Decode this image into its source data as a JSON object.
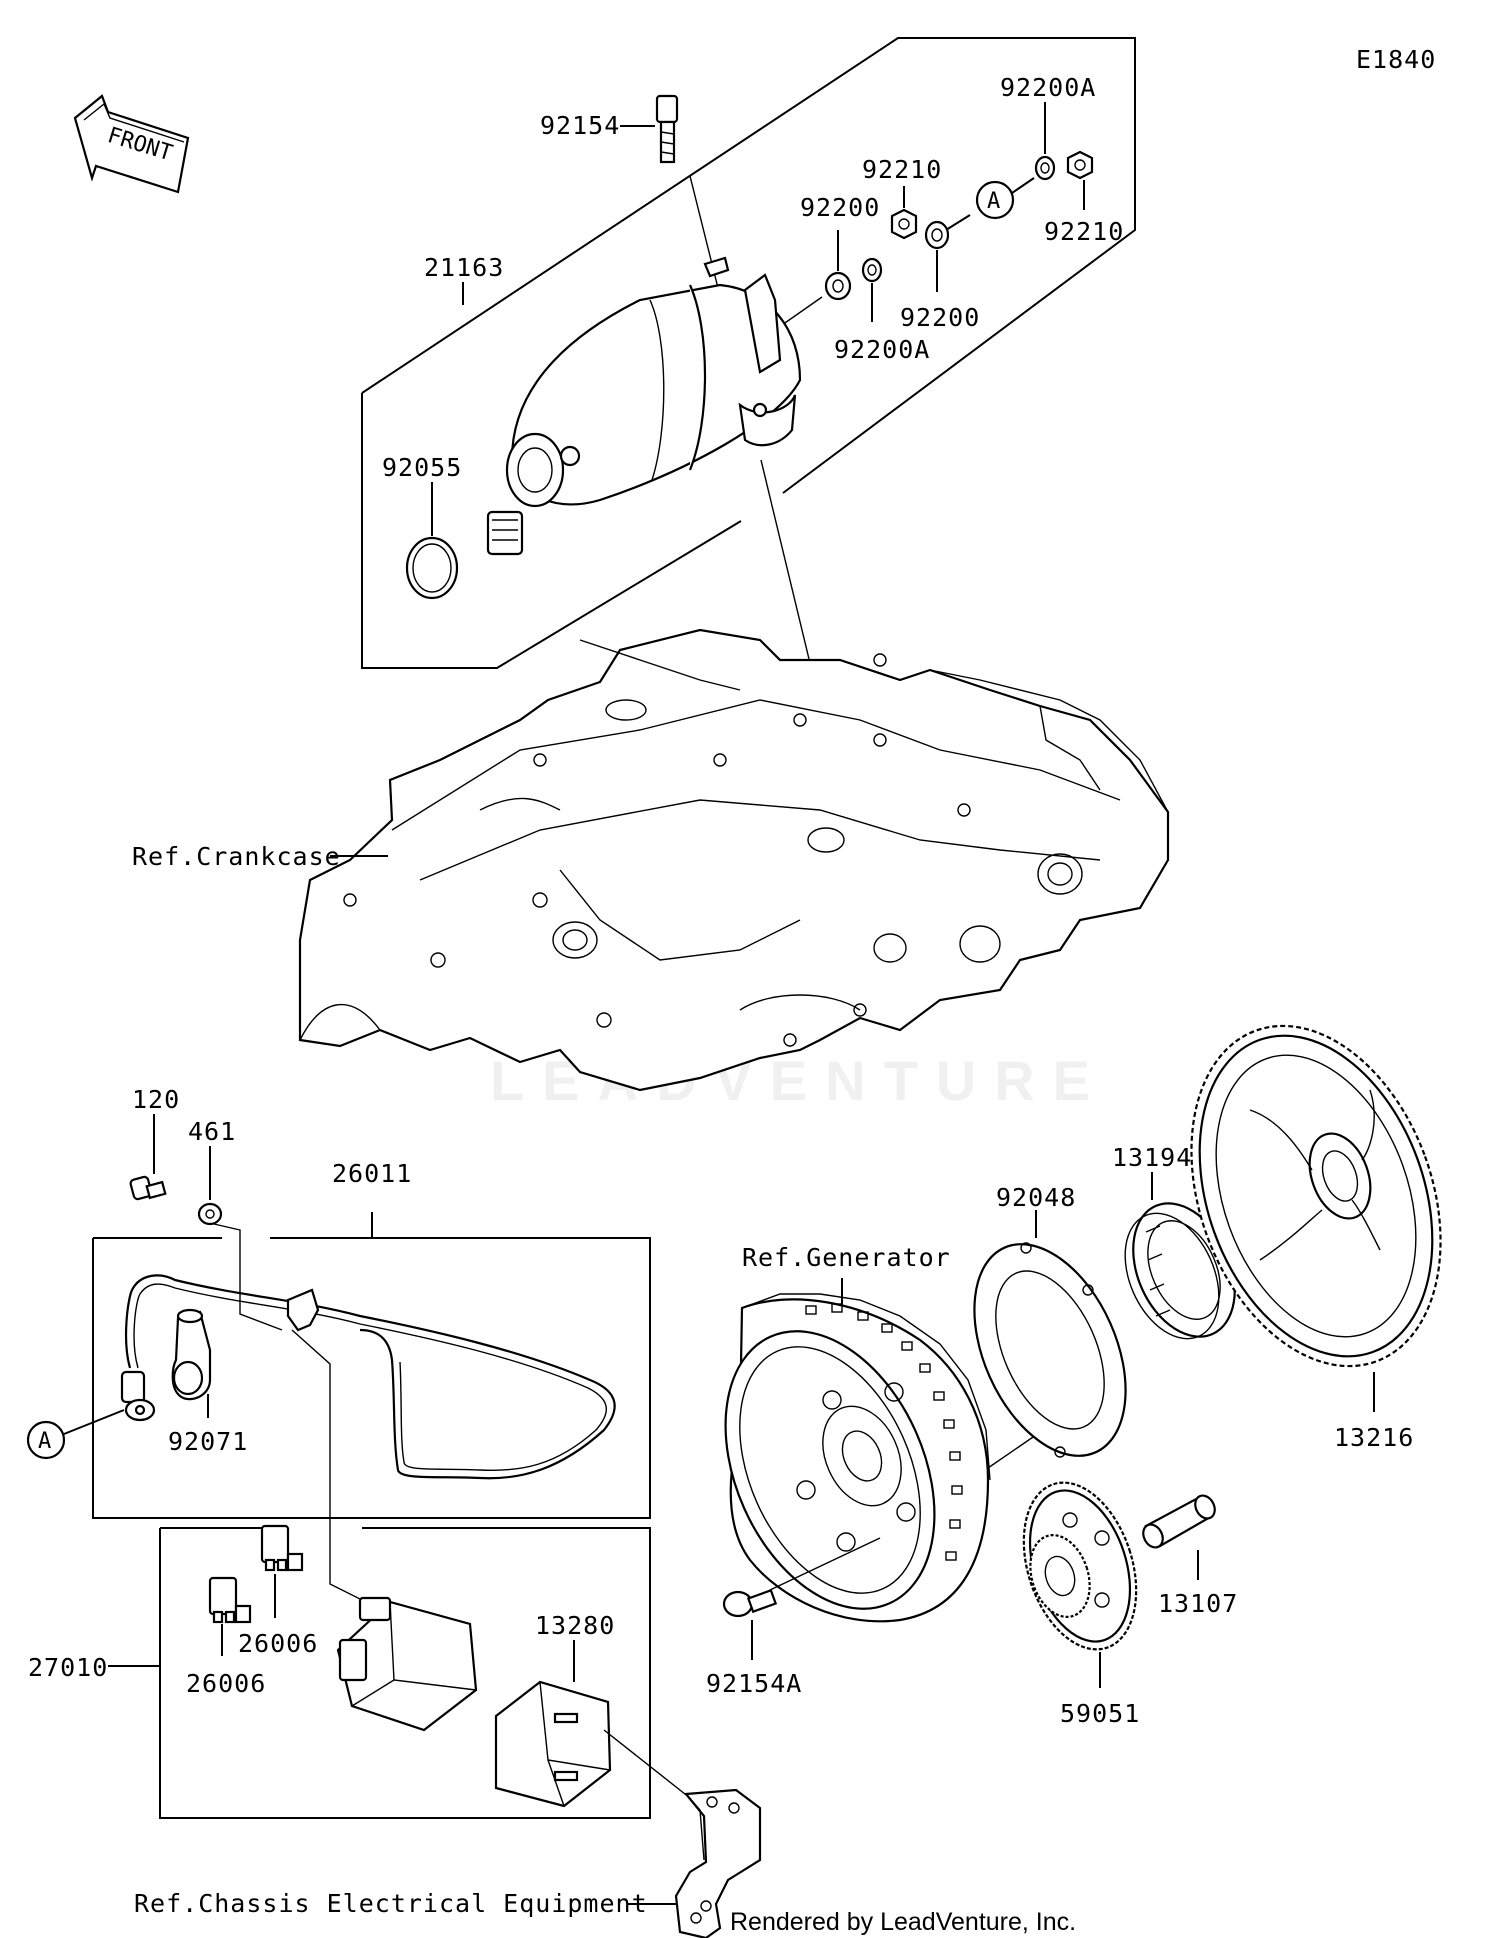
{
  "diagram_id": "E1840",
  "front_label": "FRONT",
  "callout_letter": "A",
  "watermark": "LEADVENTURE",
  "footer": "Rendered by LeadVenture, Inc.",
  "refs": {
    "crankcase": "Ref.Crankcase",
    "generator": "Ref.Generator",
    "chassis": "Ref.Chassis Electrical Equipment"
  },
  "parts": {
    "p92154": "92154",
    "p92200A_top": "92200A",
    "p92210_a": "92210",
    "p92210_b": "92210",
    "p92200_a": "92200",
    "p92200_b": "92200",
    "p92200A_b": "92200A",
    "p21163": "21163",
    "p92055": "92055",
    "p120": "120",
    "p461": "461",
    "p26011": "26011",
    "p92071": "92071",
    "p26006_a": "26006",
    "p26006_b": "26006",
    "p27010": "27010",
    "p13280": "13280",
    "p92048": "92048",
    "p13194": "13194",
    "p13216": "13216",
    "p13107": "13107",
    "p59051": "59051",
    "p92154A": "92154A"
  }
}
